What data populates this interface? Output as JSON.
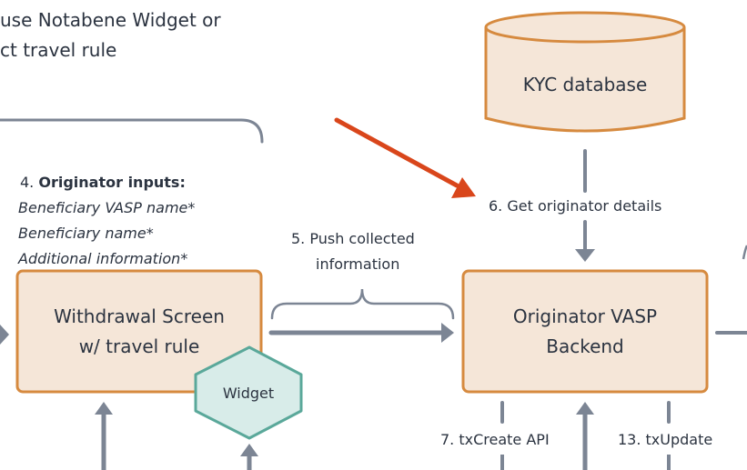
{
  "intro_text": {
    "line1": "use Notabene Widget or",
    "line2": "ct travel rule"
  },
  "step4": {
    "number": "4.",
    "title": "Originator inputs:",
    "fields": [
      "Beneficiary VASP name*",
      "Beneficiary name*",
      "Additional information*"
    ]
  },
  "step5": {
    "line1": "5.  Push collected",
    "line2": "information"
  },
  "step6": {
    "label": "6. Get originator details"
  },
  "step7": {
    "label": "7. txCreate API"
  },
  "step13": {
    "label": "13. txUpdate"
  },
  "nodes": {
    "kyc_db": {
      "label": "KYC database"
    },
    "withdrawal_screen": {
      "line1": "Withdrawal Screen",
      "line2": "w/ travel rule"
    },
    "widget": {
      "label": "Widget"
    },
    "originator_backend": {
      "line1": "Originator VASP",
      "line2": "Backend"
    }
  },
  "colors": {
    "node_fill": "#f5e6d8",
    "node_stroke": "#d68a3f",
    "widget_fill": "#d8ece9",
    "widget_stroke": "#5aa89a",
    "arrow": "#7c8594",
    "highlight_arrow": "#d9461b",
    "text": "#2b3340"
  }
}
